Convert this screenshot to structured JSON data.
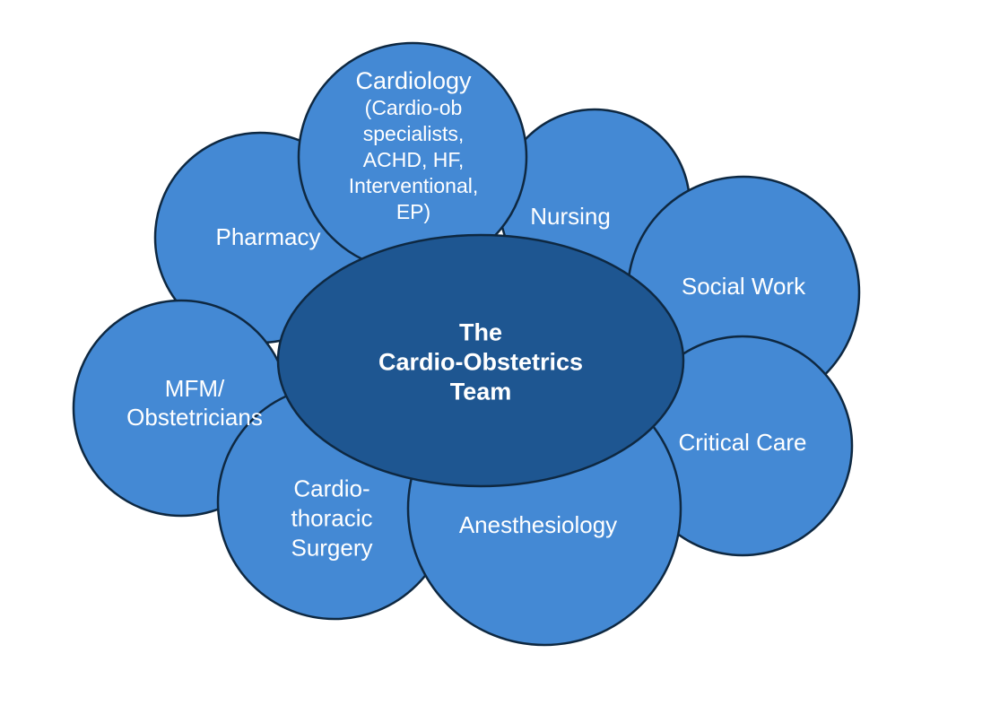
{
  "page": {
    "background": "#FFFFFF"
  },
  "colors": {
    "node_fill": "#4489D4",
    "center_fill": "#1E5691",
    "outline": "#0E2841",
    "label_text": "#FFFFFF"
  },
  "diagram": {
    "type": "radial-cluster",
    "center_node": {
      "id": "cardio-obstetrics-team",
      "lines": [
        "The",
        "Cardio-Obstetrics",
        "Team"
      ]
    },
    "nodes": [
      {
        "id": "cardiology",
        "lines": [
          "Cardiology",
          "(Cardio-ob",
          "specialists,",
          "ACHD, HF,",
          "Interventional,",
          "EP)"
        ]
      },
      {
        "id": "pharmacy",
        "lines": [
          "Pharmacy"
        ]
      },
      {
        "id": "nursing",
        "lines": [
          "Nursing"
        ]
      },
      {
        "id": "social-work",
        "lines": [
          "Social Work"
        ]
      },
      {
        "id": "critical-care",
        "lines": [
          "Critical Care"
        ]
      },
      {
        "id": "mfm-obstetricians",
        "lines": [
          "MFM/",
          "Obstetricians"
        ]
      },
      {
        "id": "cardiothoracic-surgery",
        "lines": [
          "Cardio-",
          "thoracic",
          "Surgery"
        ]
      },
      {
        "id": "anesthesiology",
        "lines": [
          "Anesthesiology"
        ]
      }
    ]
  }
}
